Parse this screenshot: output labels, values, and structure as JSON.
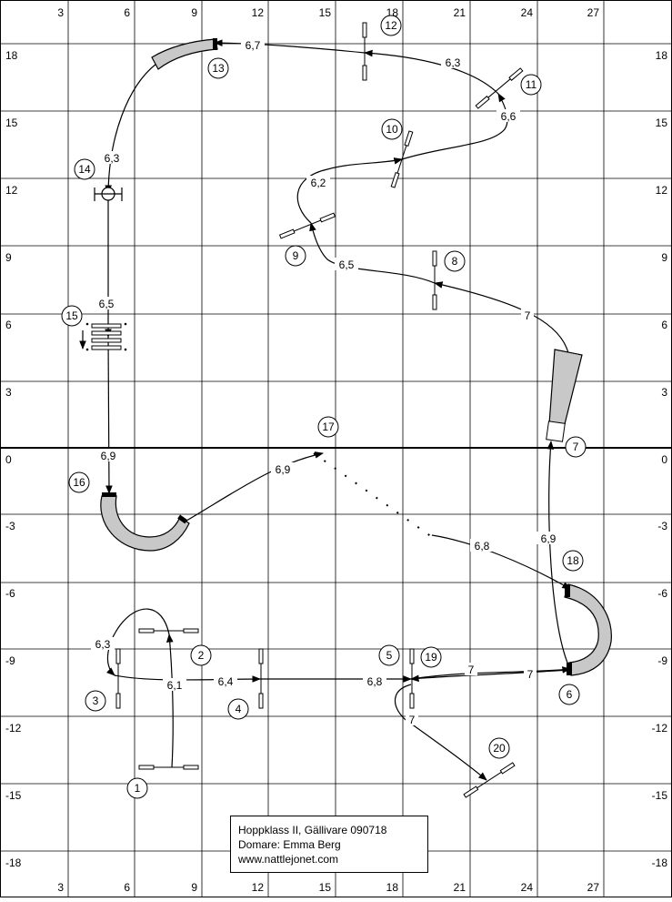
{
  "course": {
    "x_labels": [
      "3",
      "6",
      "9",
      "12",
      "15",
      "18",
      "21",
      "24",
      "27"
    ],
    "y_labels": [
      "18",
      "15",
      "12",
      "9",
      "6",
      "3",
      "0",
      "-3",
      "-6",
      "-9",
      "-12",
      "-15",
      "-18"
    ],
    "distances": [
      "6,7",
      "6,3",
      "6,6",
      "6,2",
      "6,5",
      "7",
      "6,3",
      "6,5",
      "6,9",
      "6,9",
      "6,8",
      "6,9",
      "6,3",
      "6,1",
      "6,4",
      "6,8",
      "7",
      "7",
      "7"
    ],
    "obstacle_numbers": [
      "1",
      "2",
      "3",
      "4",
      "5",
      "6",
      "7",
      "8",
      "9",
      "10",
      "11",
      "12",
      "13",
      "14",
      "15",
      "16",
      "17",
      "18",
      "19",
      "20"
    ]
  },
  "info": {
    "line1": "Hoppklass II, Gällivare 090718",
    "line2": "Domare: Emma Berg",
    "line3": "www.nattlejonet.com"
  }
}
